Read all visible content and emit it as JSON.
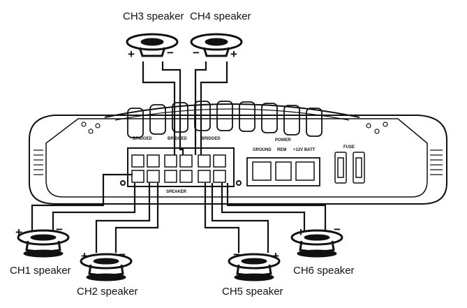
{
  "speakers": {
    "ch1": {
      "label": "CH1 speaker",
      "plus": "+",
      "minus": "−"
    },
    "ch2": {
      "label": "CH2 speaker",
      "plus": "+",
      "minus": "−"
    },
    "ch3": {
      "label": "CH3 speaker",
      "plus": "+",
      "minus": "−"
    },
    "ch4": {
      "label": "CH4 speaker",
      "plus": "+",
      "minus": "−"
    },
    "ch5": {
      "label": "CH5 speaker",
      "plus": "+",
      "minus": "−"
    },
    "ch6": {
      "label": "CH6 speaker",
      "plus": "+",
      "minus": "−"
    }
  },
  "amplifier": {
    "bridged_1": "BRIDGED",
    "bridged_2": "BRIDGED",
    "bridged_3": "BRIDGED",
    "speaker_label": "SPEAKER",
    "power_label": "POWER",
    "ground_label": "GROUND",
    "rem_label": "REM",
    "batt_label": "+12V BATT",
    "fuse_label": "FUSE"
  }
}
